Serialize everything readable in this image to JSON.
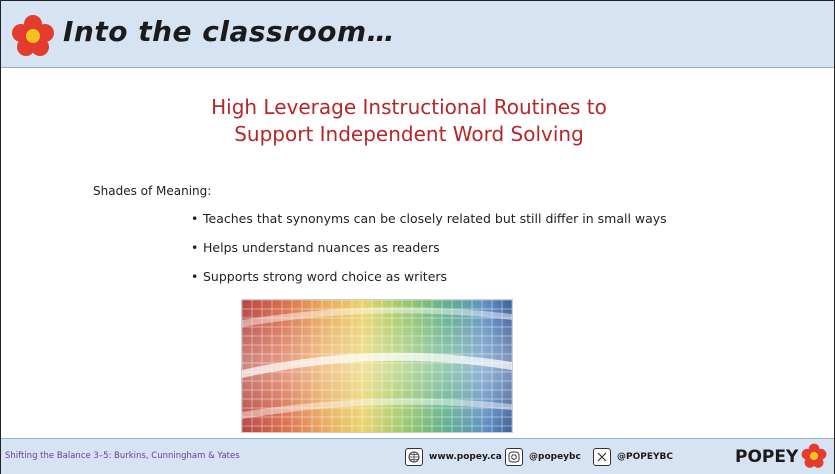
{
  "header": {
    "title": "Into the classroom…"
  },
  "slide": {
    "title_line1": "High Leverage Instructional Routines to",
    "title_line2": "Support Independent Word Solving",
    "subtitle": "Shades of Meaning:",
    "bullets": [
      "Teaches that synonyms can be closely related but still differ in small ways",
      "Helps understand nuances as readers",
      "Supports strong word choice as writers"
    ]
  },
  "footer": {
    "credit": "Shifting the Balance 3–5: Burkins, Cunningham & Yates",
    "website": "www.popey.ca",
    "instagram": "@popeybc",
    "twitter": "@POPEYBC",
    "logo": "POPEY"
  },
  "colors": {
    "header_bg": "#d6e3f2",
    "title_red": "#b7272a",
    "flower_red": "#e33b2e",
    "flower_center": "#f2c320"
  }
}
